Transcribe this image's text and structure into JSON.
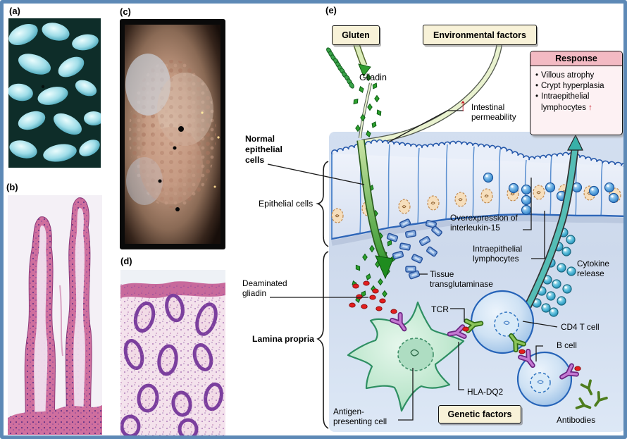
{
  "panels": {
    "a": "(a)",
    "b": "(b)",
    "c": "(c)",
    "d": "(d)",
    "e": "(e)"
  },
  "boxes": {
    "gluten": "Gluten",
    "environmental": "Environmental factors",
    "genetic": "Genetic factors"
  },
  "response": {
    "title": "Response",
    "bullet": "•",
    "items": [
      "Villous atrophy",
      "Crypt hyperplasia",
      "Intraepithelial lymphocytes"
    ],
    "up_arrow": "↑"
  },
  "labels": {
    "gliadin": "Gliadin",
    "perm_arrow": "↑",
    "intestinal_permeability": "Intestinal permeability",
    "normal_epithelial_cells": "Normal epithelial cells",
    "epithelial_cells": "Epithelial cells",
    "overexpression_il15": "Overexpression of interleukin-15",
    "intraepithelial_lymphocytes": "Intraepithelial lymphocytes",
    "cytokine_release": "Cytokine release",
    "tissue_transglutaminase": "Tissue transglutaminase",
    "deaminated_gliadin": "Deaminated gliadin",
    "lamina_propria": "Lamina propria",
    "tcr": "TCR",
    "cd4_t_cell": "CD4 T cell",
    "b_cell": "B cell",
    "hla_dq2": "HLA-DQ2",
    "antigen_presenting_cell": "Antigen-presenting cell",
    "antibodies": "Antibodies"
  },
  "colors": {
    "frame": "#5d89b6",
    "box_cream": "#f8f2d8",
    "response_header": "#f3bac3",
    "response_body": "#fdf1f3",
    "green_arrow": "#1f8c1f",
    "teal_arrow": "#38b0a8",
    "red_accent": "#c41220",
    "panel_e_bg": "#d8e3f2"
  }
}
